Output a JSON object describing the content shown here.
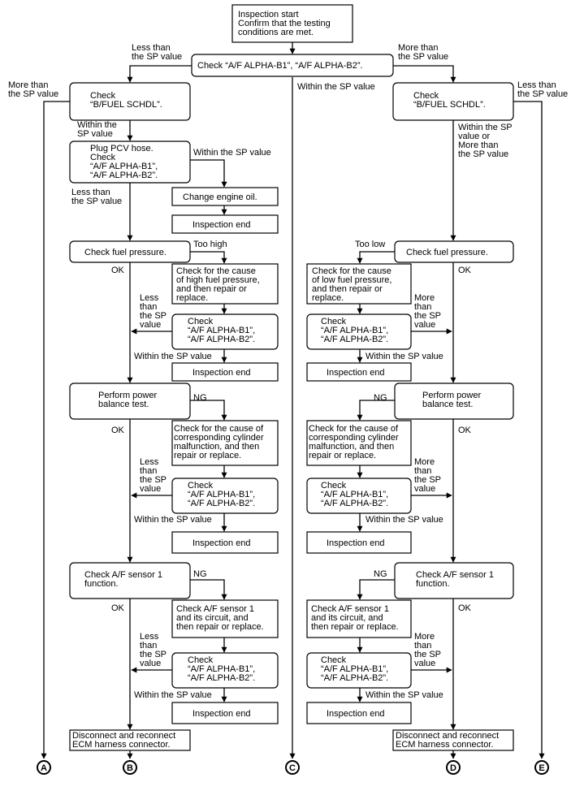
{
  "boxes": {
    "start": [
      "Inspection start",
      "Confirm that the testing",
      "conditions are met."
    ],
    "check_alpha_top": [
      "Check “A/F ALPHA-B1”, “A/F ALPHA-B2”."
    ],
    "left_check_schdl": [
      "Check",
      "“B/FUEL SCHDL”."
    ],
    "right_check_schdl": [
      "Check",
      "“B/FUEL SCHDL”."
    ],
    "plug_pcv": [
      "Plug PCV hose.",
      "Check",
      "“A/F ALPHA-B1”,",
      "“A/F ALPHA-B2”."
    ],
    "change_oil": [
      "Change engine oil."
    ],
    "inspection_end_oil": [
      "Inspection end"
    ],
    "left_fuel_pressure": [
      "Check fuel pressure."
    ],
    "right_fuel_pressure": [
      "Check fuel pressure."
    ],
    "left_high_fuel": [
      "Check for the cause",
      "of high fuel pressure,",
      "and then repair or",
      "replace."
    ],
    "right_low_fuel": [
      "Check for the cause",
      "of low fuel pressure,",
      "and then repair or",
      "replace."
    ],
    "left_recheck_1": [
      "Check",
      "“A/F ALPHA-B1”,",
      "“A/F ALPHA-B2”."
    ],
    "right_recheck_1": [
      "Check",
      "“A/F ALPHA-B1”,",
      "“A/F ALPHA-B2”."
    ],
    "left_end_1": [
      "Inspection end"
    ],
    "right_end_1": [
      "Inspection end"
    ],
    "left_power": [
      "Perform power",
      "balance test."
    ],
    "right_power": [
      "Perform power",
      "balance test."
    ],
    "left_cyl": [
      "Check for the cause of",
      "corresponding cylinder",
      "malfunction, and then",
      "repair or replace."
    ],
    "right_cyl": [
      "Check for the cause of",
      "corresponding cylinder",
      "malfunction, and then",
      "repair or replace."
    ],
    "left_recheck_2": [
      "Check",
      "“A/F ALPHA-B1”,",
      "“A/F ALPHA-B2”."
    ],
    "right_recheck_2": [
      "Check",
      "“A/F ALPHA-B1”,",
      "“A/F ALPHA-B2”."
    ],
    "left_end_2": [
      "Inspection end"
    ],
    "right_end_2": [
      "Inspection end"
    ],
    "left_sensor": [
      "Check A/F sensor 1",
      "function."
    ],
    "right_sensor": [
      "Check A/F sensor 1",
      "function."
    ],
    "left_sensor_repair": [
      "Check A/F sensor 1",
      "and its circuit, and",
      "then repair or replace."
    ],
    "right_sensor_repair": [
      "Check A/F sensor 1",
      "and its circuit, and",
      "then repair or replace."
    ],
    "left_recheck_3": [
      "Check",
      "“A/F ALPHA-B1”,",
      "“A/F ALPHA-B2”."
    ],
    "right_recheck_3": [
      "Check",
      "“A/F ALPHA-B1”,",
      "“A/F ALPHA-B2”."
    ],
    "left_end_3": [
      "Inspection end"
    ],
    "right_end_3": [
      "Inspection end"
    ],
    "left_ecm": [
      "Disconnect and reconnect",
      "ECM harness connector."
    ],
    "right_ecm": [
      "Disconnect and reconnect",
      "ECM harness connector."
    ]
  },
  "labels": {
    "less_than_sp_top": [
      "Less than",
      "the SP value"
    ],
    "more_than_sp_top": [
      "More than",
      "the SP value"
    ],
    "within_sp_center": [
      "Within the SP value"
    ],
    "more_than_sp_far_left": [
      "More than",
      "the SP value"
    ],
    "less_than_sp_far_right": [
      "Less than",
      "the SP value"
    ],
    "within_sp_left_schdl": [
      "Within the",
      "SP value"
    ],
    "within_or_more_right": [
      "Within the SP",
      "value or",
      "More than",
      "the SP value"
    ],
    "within_sp_pcv": [
      "Within the SP value"
    ],
    "less_than_sp_pcv": [
      "Less than",
      "the SP value"
    ],
    "too_high": [
      "Too high"
    ],
    "too_low": [
      "Too low"
    ],
    "ok_l1": [
      "OK"
    ],
    "ok_r1": [
      "OK"
    ],
    "less_l1": [
      "Less",
      "than",
      "the SP",
      "value"
    ],
    "more_r1": [
      "More",
      "than",
      "the SP",
      "value"
    ],
    "within_l1": [
      "Within the SP value"
    ],
    "within_r1": [
      "Within the SP value"
    ],
    "ng_l2": [
      "NG"
    ],
    "ng_r2": [
      "NG"
    ],
    "ok_l2": [
      "OK"
    ],
    "ok_r2": [
      "OK"
    ],
    "less_l2": [
      "Less",
      "than",
      "the SP",
      "value"
    ],
    "more_r2": [
      "More",
      "than",
      "the SP",
      "value"
    ],
    "within_l2": [
      "Within the SP value"
    ],
    "within_r2": [
      "Within the SP value"
    ],
    "ng_l3": [
      "NG"
    ],
    "ng_r3": [
      "NG"
    ],
    "ok_l3": [
      "OK"
    ],
    "ok_r3": [
      "OK"
    ],
    "less_l3": [
      "Less",
      "than",
      "the SP",
      "value"
    ],
    "more_r3": [
      "More",
      "than",
      "the SP",
      "value"
    ],
    "within_l3": [
      "Within the SP value"
    ],
    "within_r3": [
      "Within the SP value"
    ]
  },
  "connectors": {
    "A": "A",
    "B": "B",
    "C": "C",
    "D": "D",
    "E": "E"
  }
}
